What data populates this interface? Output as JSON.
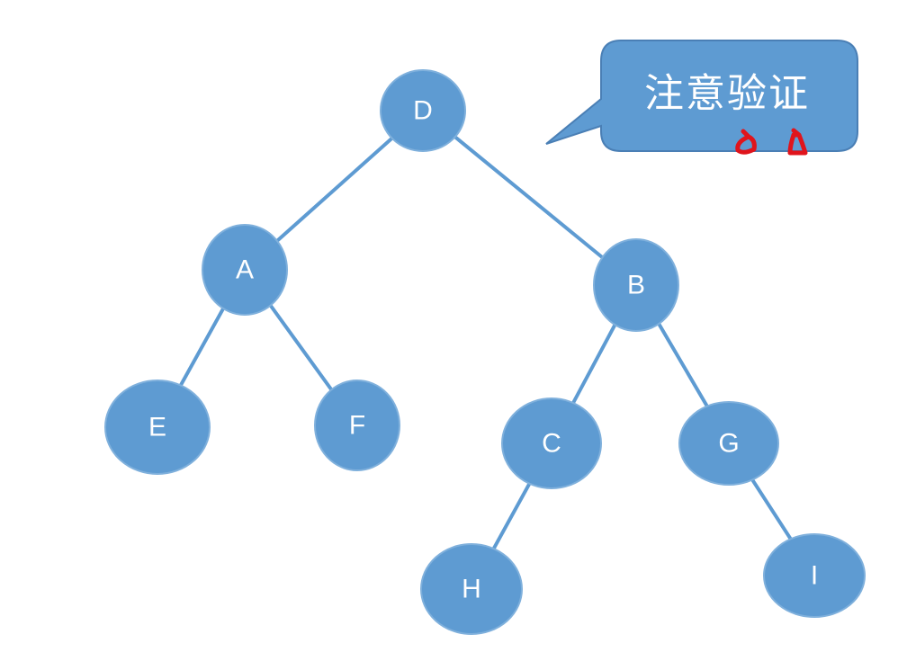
{
  "colors": {
    "node_fill": "#5e9bd2",
    "node_stroke": "#7fb0dc",
    "edge": "#5e9bd2",
    "callout_fill": "#5e9bd2",
    "callout_stroke": "#4a7fb5",
    "mark": "#e0141c"
  },
  "diagram": {
    "type": "binary-tree",
    "nodes": [
      {
        "id": "D",
        "label": "D"
      },
      {
        "id": "A",
        "label": "A"
      },
      {
        "id": "B",
        "label": "B"
      },
      {
        "id": "E",
        "label": "E"
      },
      {
        "id": "F",
        "label": "F"
      },
      {
        "id": "C",
        "label": "C"
      },
      {
        "id": "G",
        "label": "G"
      },
      {
        "id": "H",
        "label": "H"
      },
      {
        "id": "I",
        "label": "I"
      }
    ],
    "edges": [
      {
        "from": "D",
        "to": "A"
      },
      {
        "from": "D",
        "to": "B"
      },
      {
        "from": "A",
        "to": "E"
      },
      {
        "from": "A",
        "to": "F"
      },
      {
        "from": "B",
        "to": "C"
      },
      {
        "from": "B",
        "to": "G"
      },
      {
        "from": "C",
        "to": "H"
      },
      {
        "from": "G",
        "to": "I"
      }
    ],
    "callout": {
      "text": "注意验证"
    }
  }
}
